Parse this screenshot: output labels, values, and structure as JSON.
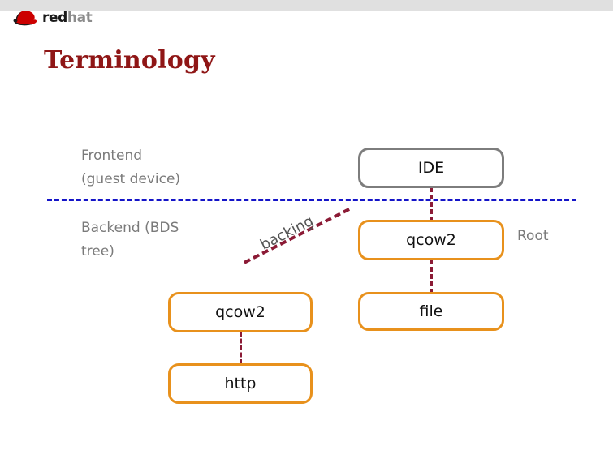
{
  "slide": {
    "title": "Terminology",
    "brand": {
      "logo_icon": "redhat-shadowman-icon",
      "word_primary": "red",
      "word_secondary": "hat"
    },
    "colors": {
      "title": "#8f1616",
      "topbar": "#e0e0e0",
      "divider": "#1414c8",
      "node_orange": "#e8911c",
      "node_grey": "#7d7d7d",
      "link": "#8b1a35",
      "label_grey": "#7a7a7a"
    }
  },
  "diagram": {
    "type": "block-tree",
    "side_labels": {
      "frontend": "Frontend\n(guest device)",
      "backend": "Backend (BDS\ntree)",
      "root": "Root"
    },
    "nodes": [
      {
        "id": "ide",
        "label": "IDE",
        "style": "grey"
      },
      {
        "id": "qcow2-root",
        "label": "qcow2",
        "style": "orange"
      },
      {
        "id": "file",
        "label": "file",
        "style": "orange"
      },
      {
        "id": "qcow2-backing",
        "label": "qcow2",
        "style": "orange"
      },
      {
        "id": "http",
        "label": "http",
        "style": "orange"
      }
    ],
    "edges": [
      {
        "from": "ide",
        "to": "qcow2-root",
        "label": ""
      },
      {
        "from": "qcow2-root",
        "to": "file",
        "label": ""
      },
      {
        "from": "qcow2-root",
        "to": "qcow2-backing",
        "label": "backing"
      },
      {
        "from": "qcow2-backing",
        "to": "http",
        "label": ""
      }
    ],
    "divider_label": "frontend-backend-divider"
  }
}
